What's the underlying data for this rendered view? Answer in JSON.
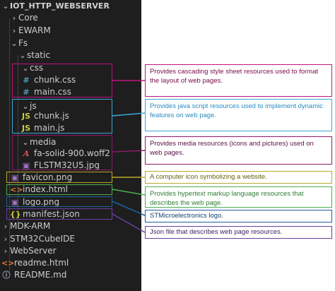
{
  "explorer": {
    "root": "IOT_HTTP_WEBSERVER",
    "core": "Core",
    "ewarm": "EWARM",
    "fs": "Fs",
    "static": "static",
    "css": "css",
    "chunk_css": "chunk.css",
    "main_css": "main.css",
    "js": "js",
    "chunk_js": "chunk.js",
    "main_js": "main.js",
    "media": "media",
    "font_file": "fa-solid-900.woff2",
    "logo_jpg": "FLSTM32U5.jpg",
    "favicon": "favicon.png",
    "index": "index.html",
    "logo_png": "logo.png",
    "manifest": "manifest.json",
    "mdk": "MDK-ARM",
    "ide": "STM32CubeIDE",
    "webserver": "WebServer",
    "readme_html": "readme.html",
    "readme_md": "README.md"
  },
  "annotations": {
    "css": "Provides cascading style sheet resources used to format the layout of web pages.",
    "js": "Provides java script resources used to implement dynamic features on web page.",
    "media": "Provides media resources (icons and pictures) used on web pages.",
    "favicon": "A computer icon symbolizing a website.",
    "index": "Provides hypertext markup language resources that describes the web page.",
    "logo": "STMicroelectronics logo.",
    "manifest": "Json file that describes web page resources."
  },
  "colors": {
    "css": "#c0147c",
    "js": "#3aa8d8",
    "media": "#8a1a6a",
    "favicon": "#b8a82a",
    "index": "#4caf50",
    "logo": "#1f5fa0",
    "manifest": "#6a3fa0"
  }
}
